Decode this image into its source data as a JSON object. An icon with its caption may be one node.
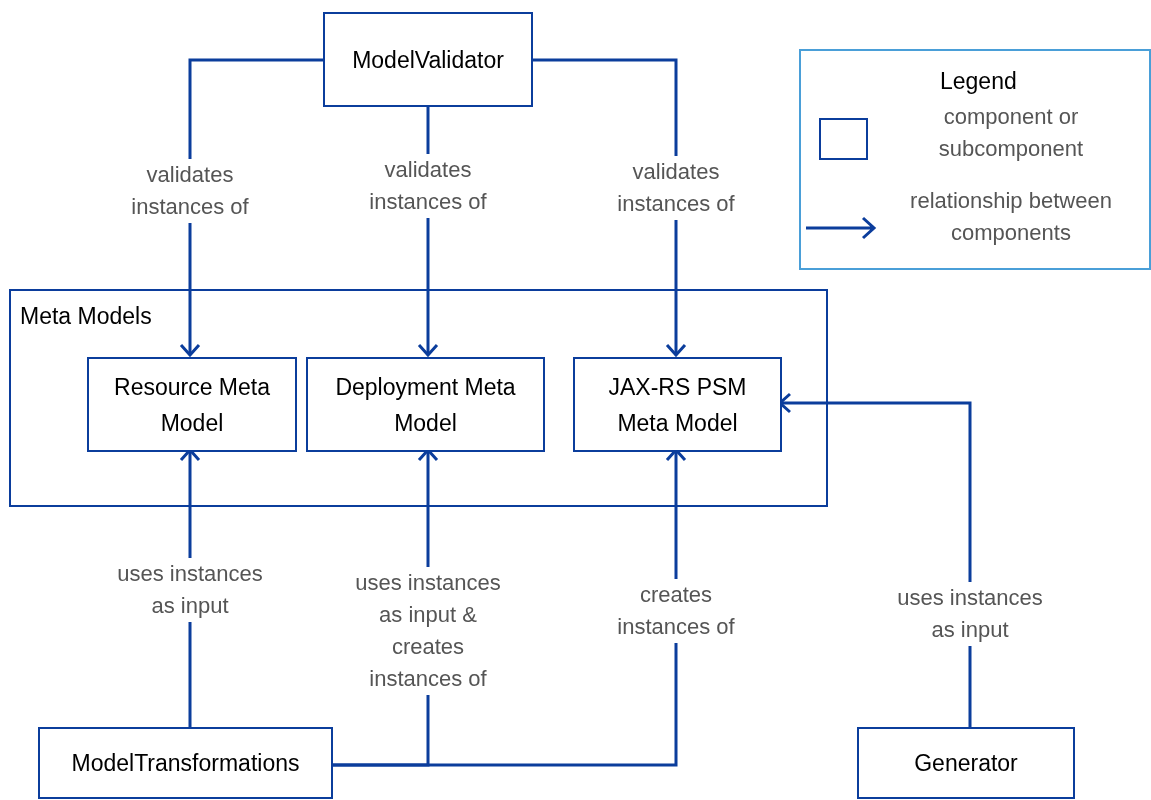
{
  "diagram": {
    "nodes": [
      {
        "text": [
          "ModelValidator"
        ]
      },
      {
        "text": [
          "Meta Models"
        ]
      },
      {
        "text": [
          "Resource Meta Model"
        ],
        "in": 1
      },
      {
        "text": [
          "Deployment Meta Model"
        ],
        "in": 1
      },
      {
        "text": [
          "JAX-RS PSM Meta Model"
        ],
        "in": 1
      },
      {
        "text": [
          "ModelTransformations"
        ]
      },
      {
        "text": [
          "Generator"
        ]
      }
    ],
    "edges": [
      {
        "from": 0,
        "to": 2,
        "arrow": "to",
        "label": "validates instances of"
      },
      {
        "from": 0,
        "to": 3,
        "arrow": "to",
        "label": "validates instances of"
      },
      {
        "from": 0,
        "to": 4,
        "arrow": "to",
        "label": "validates instances of"
      },
      {
        "from": 5,
        "to": 2,
        "arrow": "to",
        "label": "uses instances as input"
      },
      {
        "from": 5,
        "to": 3,
        "arrow": "to",
        "label": "uses instances as input & creates instances of"
      },
      {
        "from": 5,
        "to": 4,
        "arrow": "to",
        "label": "creates instances of"
      },
      {
        "from": 6,
        "to": 4,
        "arrow": "to",
        "label": "uses instances as input"
      }
    ],
    "labels": [
      "Legend"
    ],
    "legend": [
      {
        "text": "component or subcomponent"
      },
      {
        "text": "relationship between components"
      }
    ]
  }
}
